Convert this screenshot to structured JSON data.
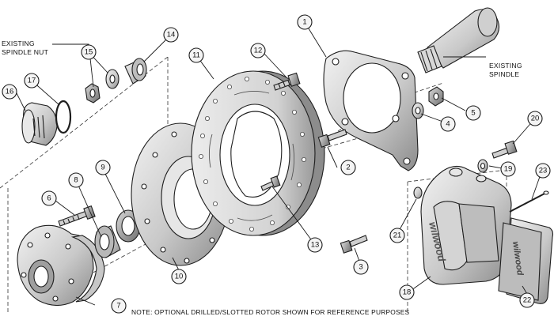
{
  "callouts": [
    "1",
    "2",
    "3",
    "4",
    "5",
    "6",
    "7",
    "8",
    "9",
    "10",
    "11",
    "12",
    "13",
    "14",
    "15",
    "16",
    "17",
    "18",
    "19",
    "20",
    "21",
    "22",
    "23"
  ],
  "labels": {
    "existing_spindle_nut": [
      "EXISTING",
      "SPINDLE NUT"
    ],
    "existing_spindle": [
      "EXISTING",
      "SPINDLE"
    ]
  },
  "caliper_brand": "wilwood",
  "note": "NOTE: OPTIONAL DRILLED/SLOTTED ROTOR SHOWN FOR REFERENCE PURPOSES"
}
